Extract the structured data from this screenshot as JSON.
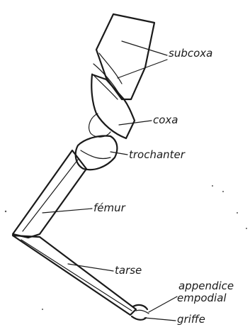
{
  "labels": {
    "subcoxa": "subcoxa",
    "coxa": "coxa",
    "trochanter": "trochanter",
    "femur": "fémur",
    "tarse": "tarse",
    "appendice_line1": "appendice",
    "appendice_line2": "empodial",
    "griffe": "griffe"
  }
}
